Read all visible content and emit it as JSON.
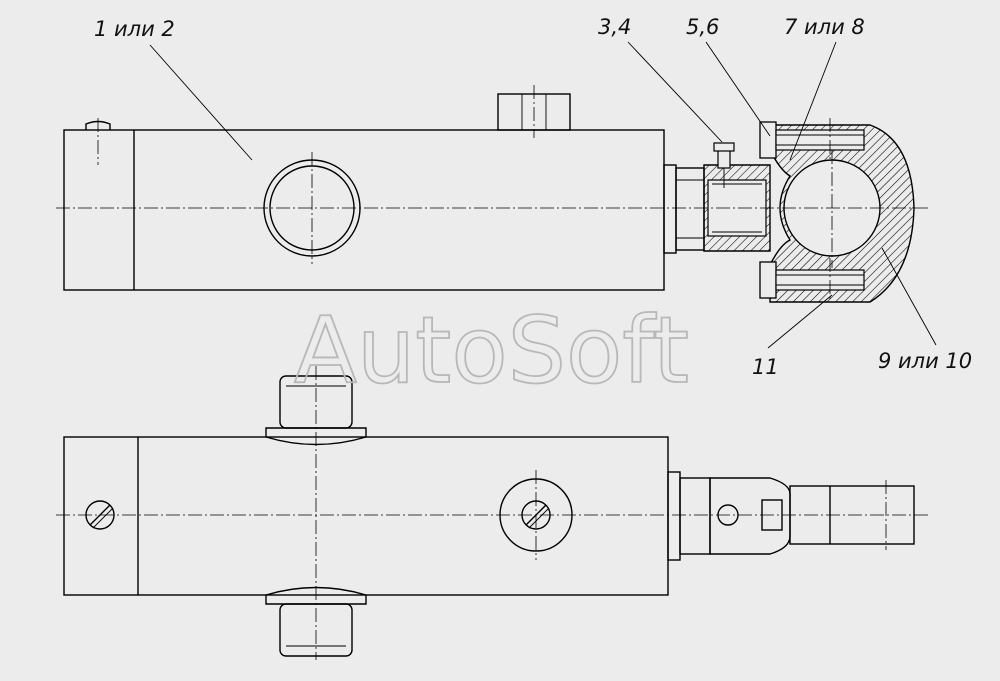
{
  "callouts": {
    "c1": "1 или 2",
    "c2": "3,4",
    "c3": "5,6",
    "c4": "7 или 8",
    "c5": "11",
    "c6": "9 или 10"
  },
  "watermark": "AutoSoft",
  "colors": {
    "background": "#ececec",
    "line": "#000000",
    "hatch": "#000000",
    "watermark_outline": "#b8b8b8"
  }
}
